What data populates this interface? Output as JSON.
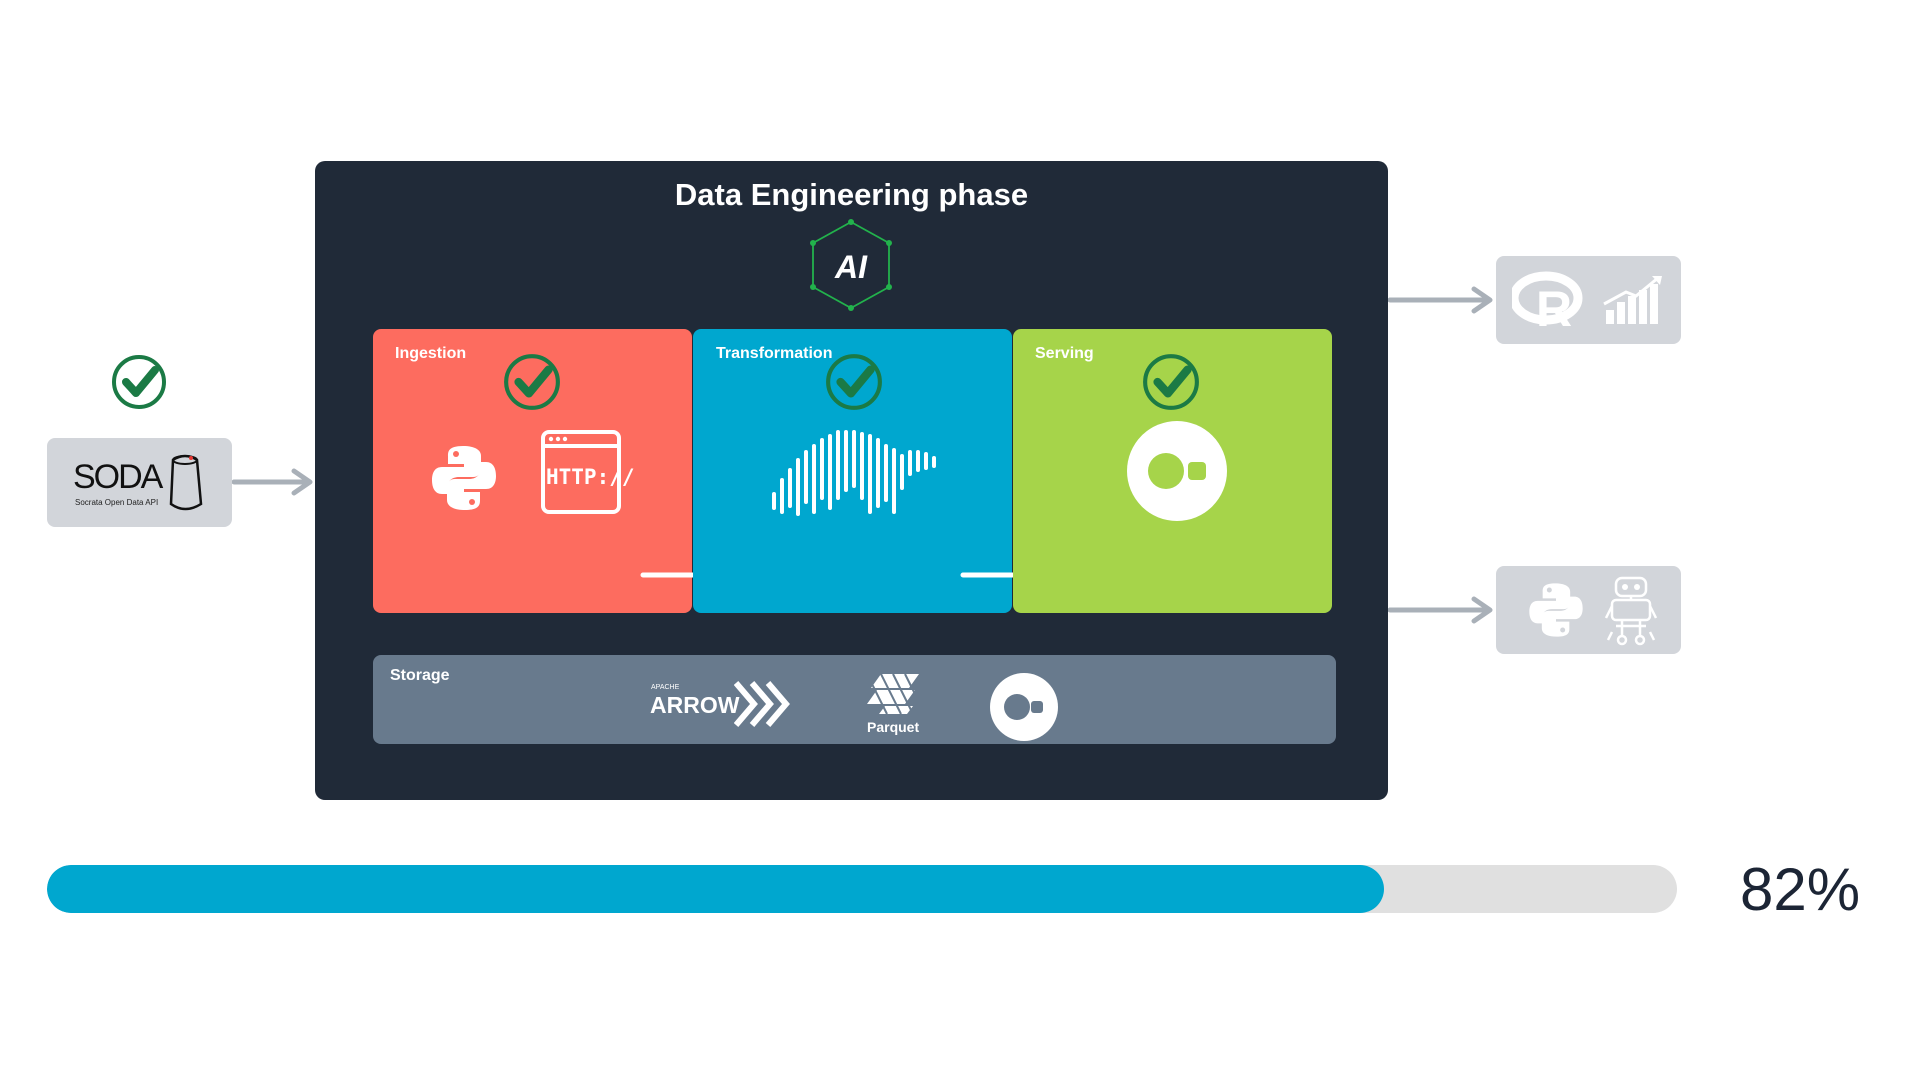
{
  "source": {
    "logo_text": "SODA",
    "logo_subtext": "Socrata Open Data API",
    "status": "completed"
  },
  "phase": {
    "title": "Data Engineering phase",
    "badge_text": "AI"
  },
  "stages": [
    {
      "label": "Ingestion",
      "color": "#fd6c5f",
      "status": "completed",
      "icons": [
        "python-icon",
        "http-browser-icon"
      ],
      "http_text": "HTTP://"
    },
    {
      "label": "Transformation",
      "color": "#00a7cf",
      "status": "completed",
      "icons": [
        "polars-bear-icon"
      ]
    },
    {
      "label": "Serving",
      "color": "#a6d44a",
      "status": "completed",
      "icons": [
        "duckdb-icon"
      ]
    }
  ],
  "storage": {
    "label": "Storage",
    "arrow_small": "APACHE",
    "arrow_text": "ARROW",
    "parquet_text": "Parquet",
    "icons": [
      "apache-arrow-icon",
      "parquet-icon",
      "duckdb-icon"
    ]
  },
  "outputs": [
    {
      "icons": [
        "r-logo-icon",
        "bar-chart-icon"
      ]
    },
    {
      "icons": [
        "python-icon",
        "robot-icon"
      ]
    }
  ],
  "progress": {
    "value": 0.82,
    "text": "82%"
  },
  "colors": {
    "panel": "#202a38",
    "check": "#1b7a45",
    "progress_fill": "#00a7cf",
    "progress_track": "#e0e0e0",
    "connector": "#a9b0b8"
  }
}
